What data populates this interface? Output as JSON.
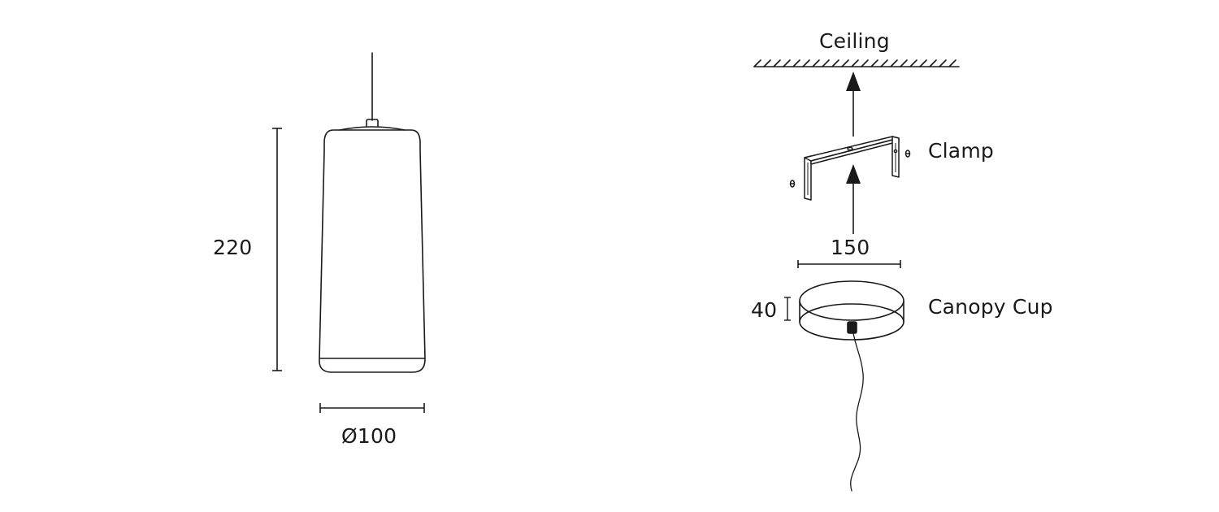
{
  "dimensions": {
    "pendant_height": "220",
    "pendant_diameter": "Ø100",
    "clamp_width": "150",
    "canopy_height": "40"
  },
  "labels": {
    "ceiling": "Ceiling",
    "clamp": "Clamp",
    "canopy_cup": "Canopy Cup"
  },
  "colors": {
    "line": "#1a1a1a",
    "background": "#ffffff"
  }
}
